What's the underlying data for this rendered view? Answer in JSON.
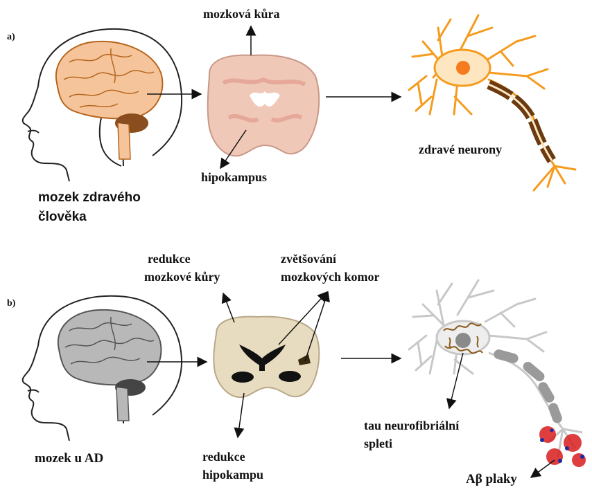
{
  "panel_a": {
    "marker": "a)",
    "cortex_label": "mozková kůra",
    "hippocampus_label": "hipokampus",
    "brain_label_line1": "mozek zdravého",
    "brain_label_line2": "člověka",
    "neurons_label": "zdravé neurony",
    "colors": {
      "brain": "#f5c49a",
      "brain_stroke": "#b5651d",
      "neuron": "#f59b1e",
      "neuron_dark": "#6b3a10",
      "section": "#f0c8b8"
    }
  },
  "panel_b": {
    "marker": "b)",
    "cortex_reduction_line1": "redukce",
    "cortex_reduction_line2": "mozkové kůry",
    "ventricles_line1": "zvětšování",
    "ventricles_line2": "mozkových komor",
    "hippo_reduction_line1": "redukce",
    "hippo_reduction_line2": "hipokampu",
    "brain_label": "mozek u AD",
    "tau_line1": "tau neurofibriální",
    "tau_line2": "spleti",
    "plaques_label": "Aβ plaky",
    "colors": {
      "brain": "#b8b8b8",
      "neuron": "#c8c8c8",
      "tangle": "#8a5a1a",
      "plaque": "#d81c1c",
      "section": "#e8dcc0"
    }
  }
}
